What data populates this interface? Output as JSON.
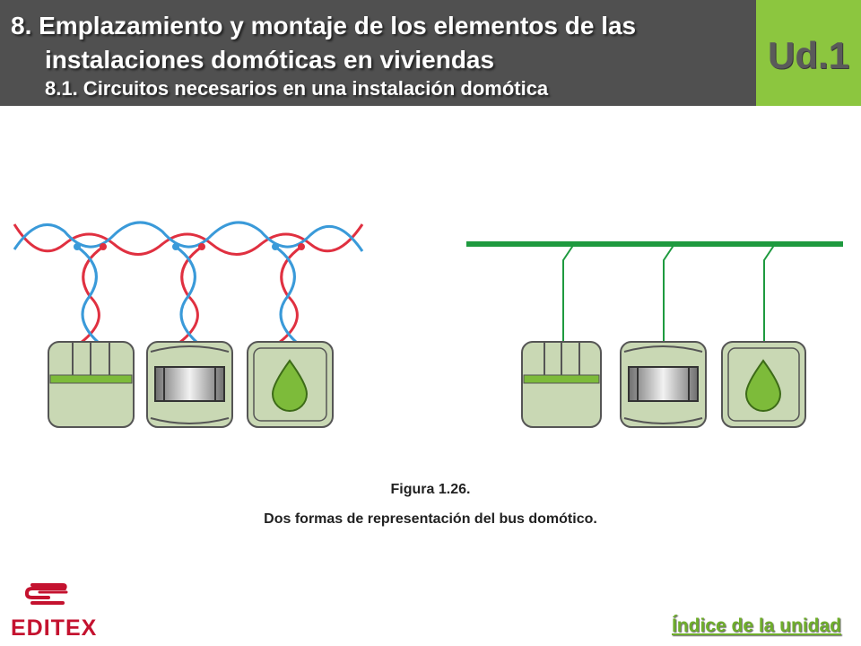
{
  "header": {
    "title_line1": "8. Emplazamiento y montaje de los elementos de las",
    "title_line2": "instalaciones domóticas en viviendas",
    "subtitle": "8.1. Circuitos necesarios en una instalación domótica",
    "unit": "Ud.1"
  },
  "figure": {
    "caption_number": "Figura 1.26.",
    "caption_text": "Dos formas de representación del bus domótico."
  },
  "footer": {
    "brand": "EDITEX",
    "index_link": "Índice de la unidad"
  },
  "colors": {
    "header_bg": "#505050",
    "unit_bg": "#8cc63f",
    "bus_green": "#1e9a3f",
    "wire_red": "#e03040",
    "wire_blue": "#3a9ad9",
    "device_fill": "#c9d8b4",
    "brand_red": "#c4122f",
    "link_green": "#6fae2b"
  }
}
